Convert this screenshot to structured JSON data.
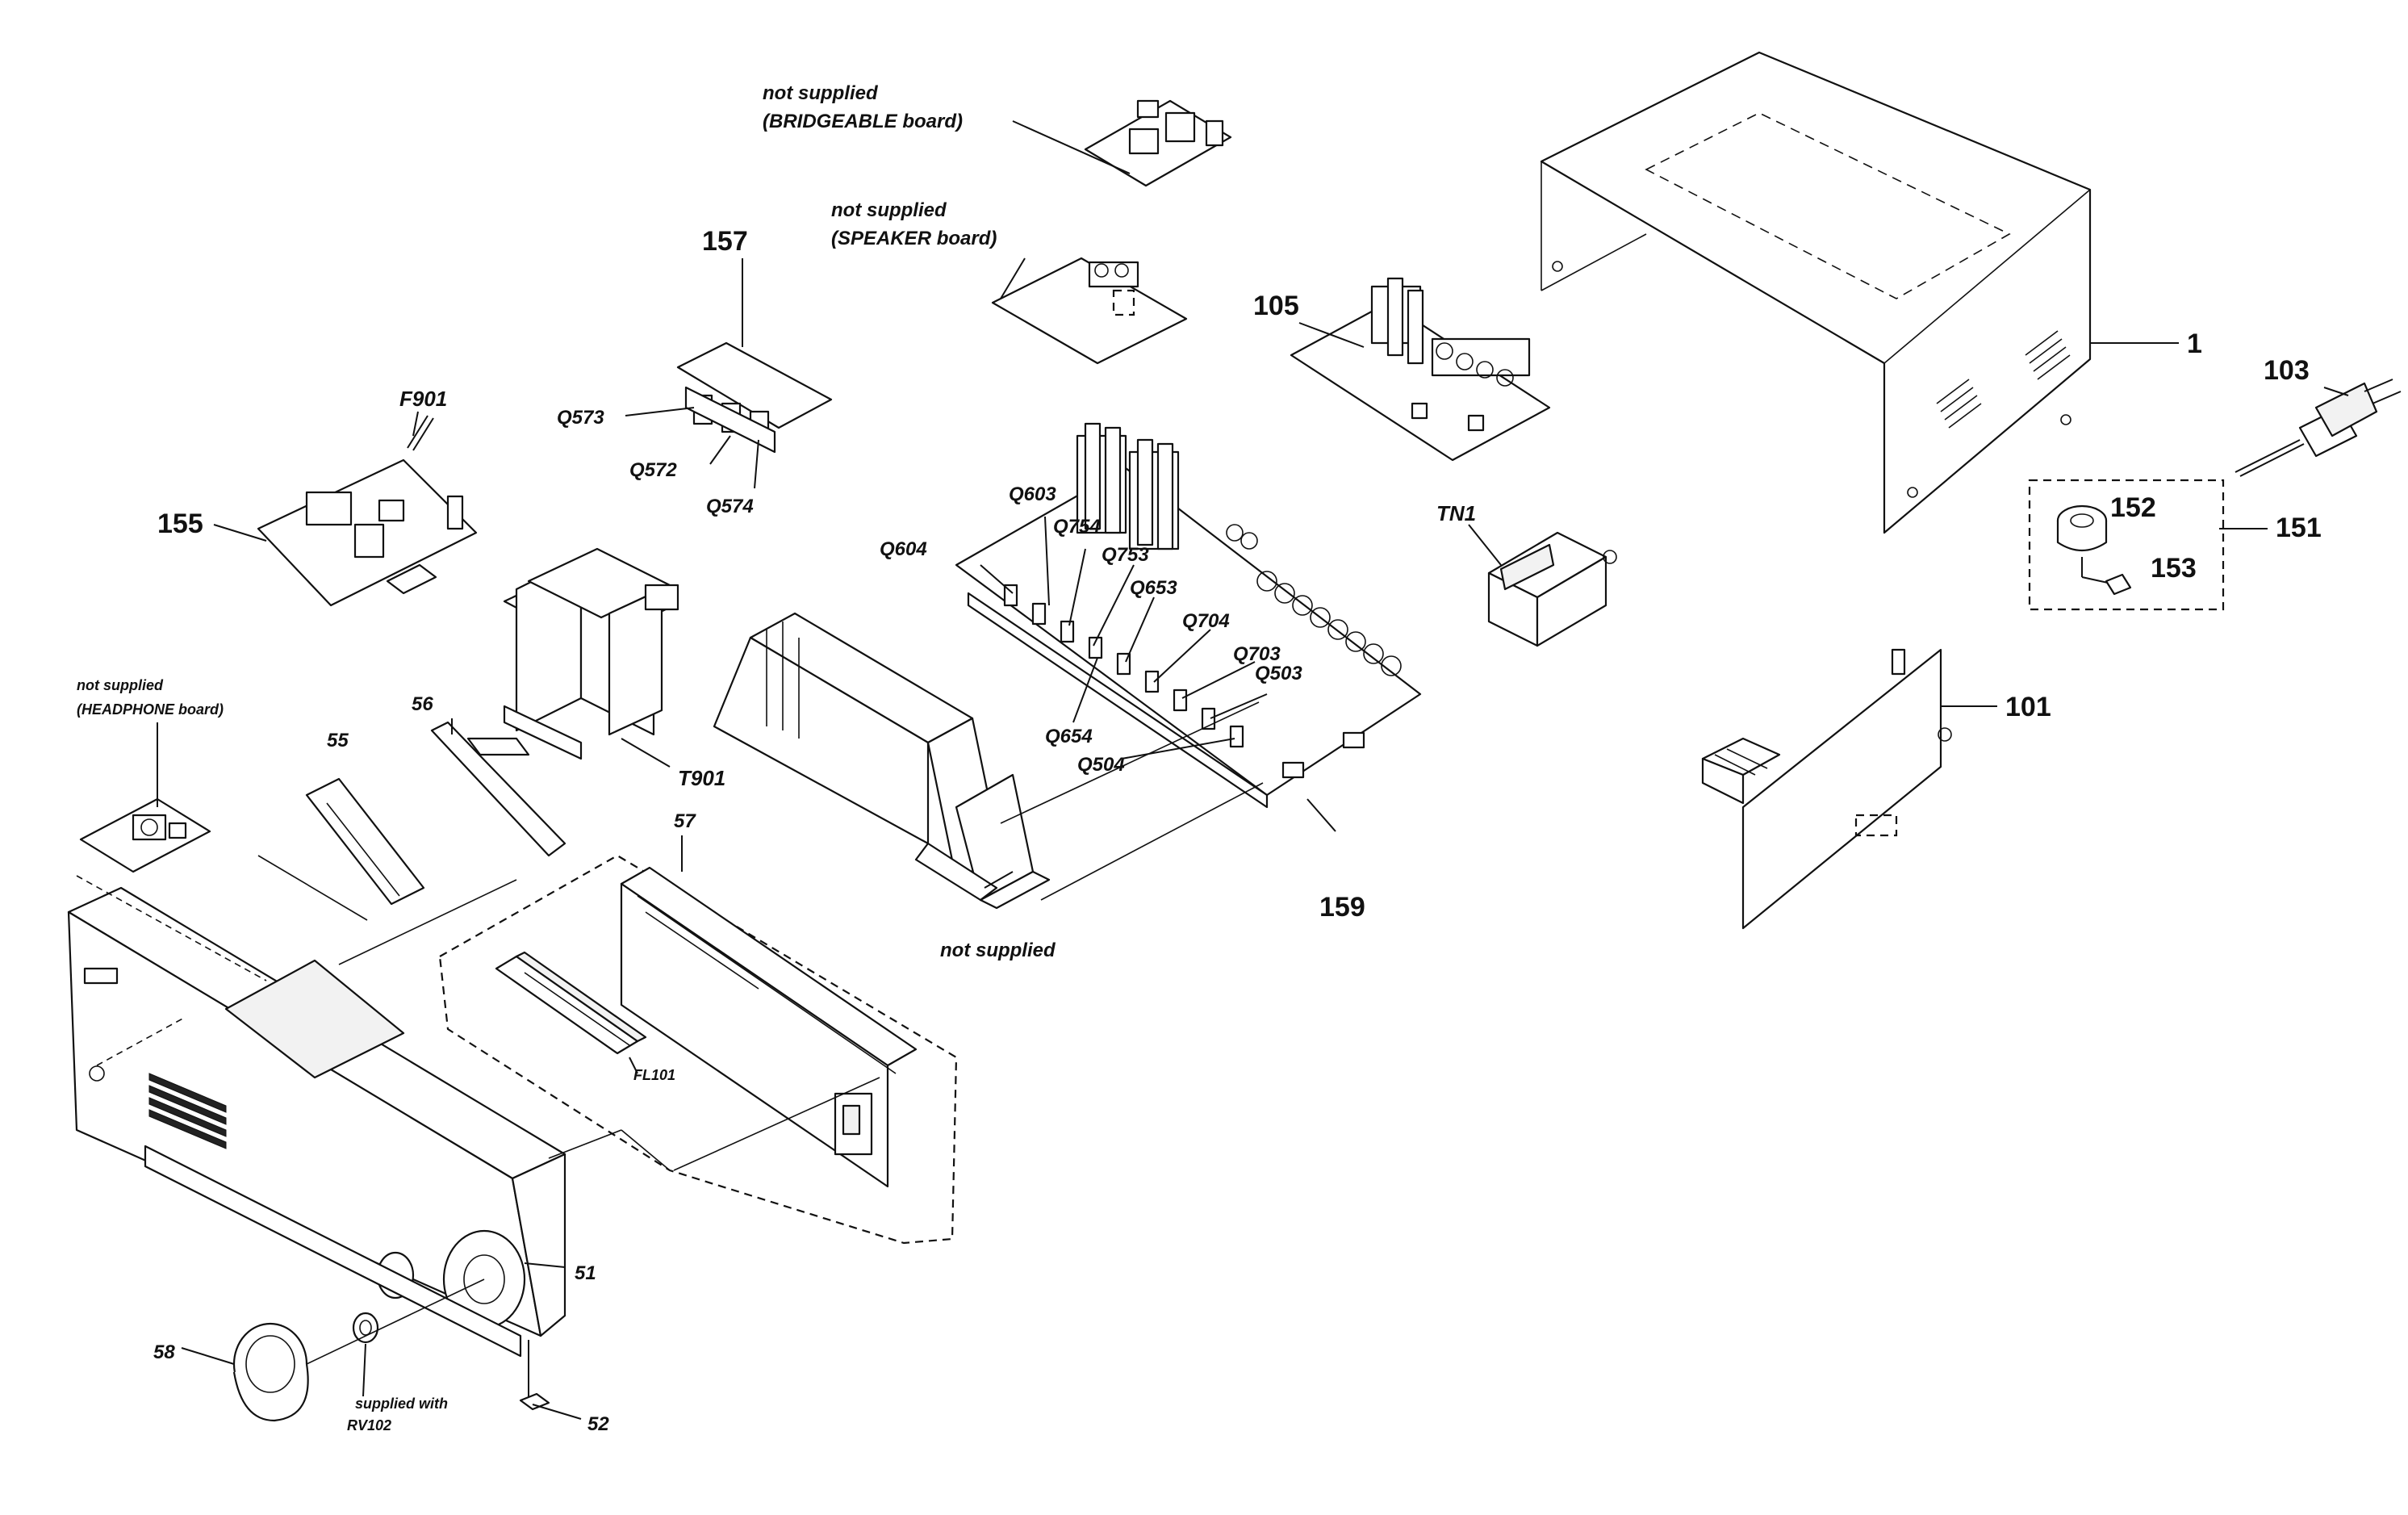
{
  "labels": {
    "bridgeable_1": "not supplied",
    "bridgeable_2": "(BRIDGEABLE board)",
    "speaker_1": "not supplied",
    "speaker_2": "(SPEAKER board)",
    "headphone_1": "not supplied",
    "headphone_2": "(HEADPHONE board)",
    "heatsink_ns": "not supplied",
    "rv_1": "supplied with",
    "rv_2": "RV102",
    "p157": "157",
    "p105": "105",
    "p1": "1",
    "p103": "103",
    "p152": "152",
    "p151": "151",
    "p153": "153",
    "pTN1": "TN1",
    "p101": "101",
    "p159": "159",
    "pF901": "F901",
    "p155": "155",
    "pQ573": "Q573",
    "pQ572": "Q572",
    "pQ574": "Q574",
    "pQ603": "Q603",
    "pQ754": "Q754",
    "pQ753": "Q753",
    "pQ604": "Q604",
    "pQ653": "Q653",
    "pQ704": "Q704",
    "pQ703": "Q703",
    "pQ503": "Q503",
    "pQ654": "Q654",
    "pQ504": "Q504",
    "pT901": "T901",
    "p56": "56",
    "p55": "55",
    "p57": "57",
    "pFL101": "FL101",
    "p51": "51",
    "p58": "58",
    "p52": "52"
  }
}
